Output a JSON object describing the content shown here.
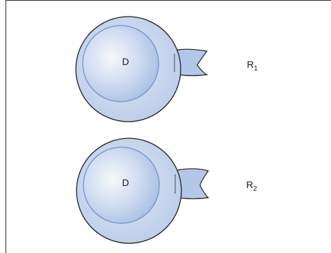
{
  "cells": [
    {
      "nucleus_label": "D",
      "receptor_label": "R",
      "receptor_subscript": "1"
    },
    {
      "nucleus_label": "D",
      "receptor_label": "R",
      "receptor_subscript": "2"
    }
  ],
  "colors": {
    "frame": "#2b2b2b",
    "cell_fill": "#c9d7ee",
    "cell_stroke": "#1f1f1f",
    "nucleus_fill_center": "#f6f8fc",
    "nucleus_fill_edge": "#a9bfe3",
    "nucleus_stroke": "#6b8ec8",
    "receptor_fill": "#b3c7e8",
    "receptor_stroke": "#1f1f1f"
  }
}
